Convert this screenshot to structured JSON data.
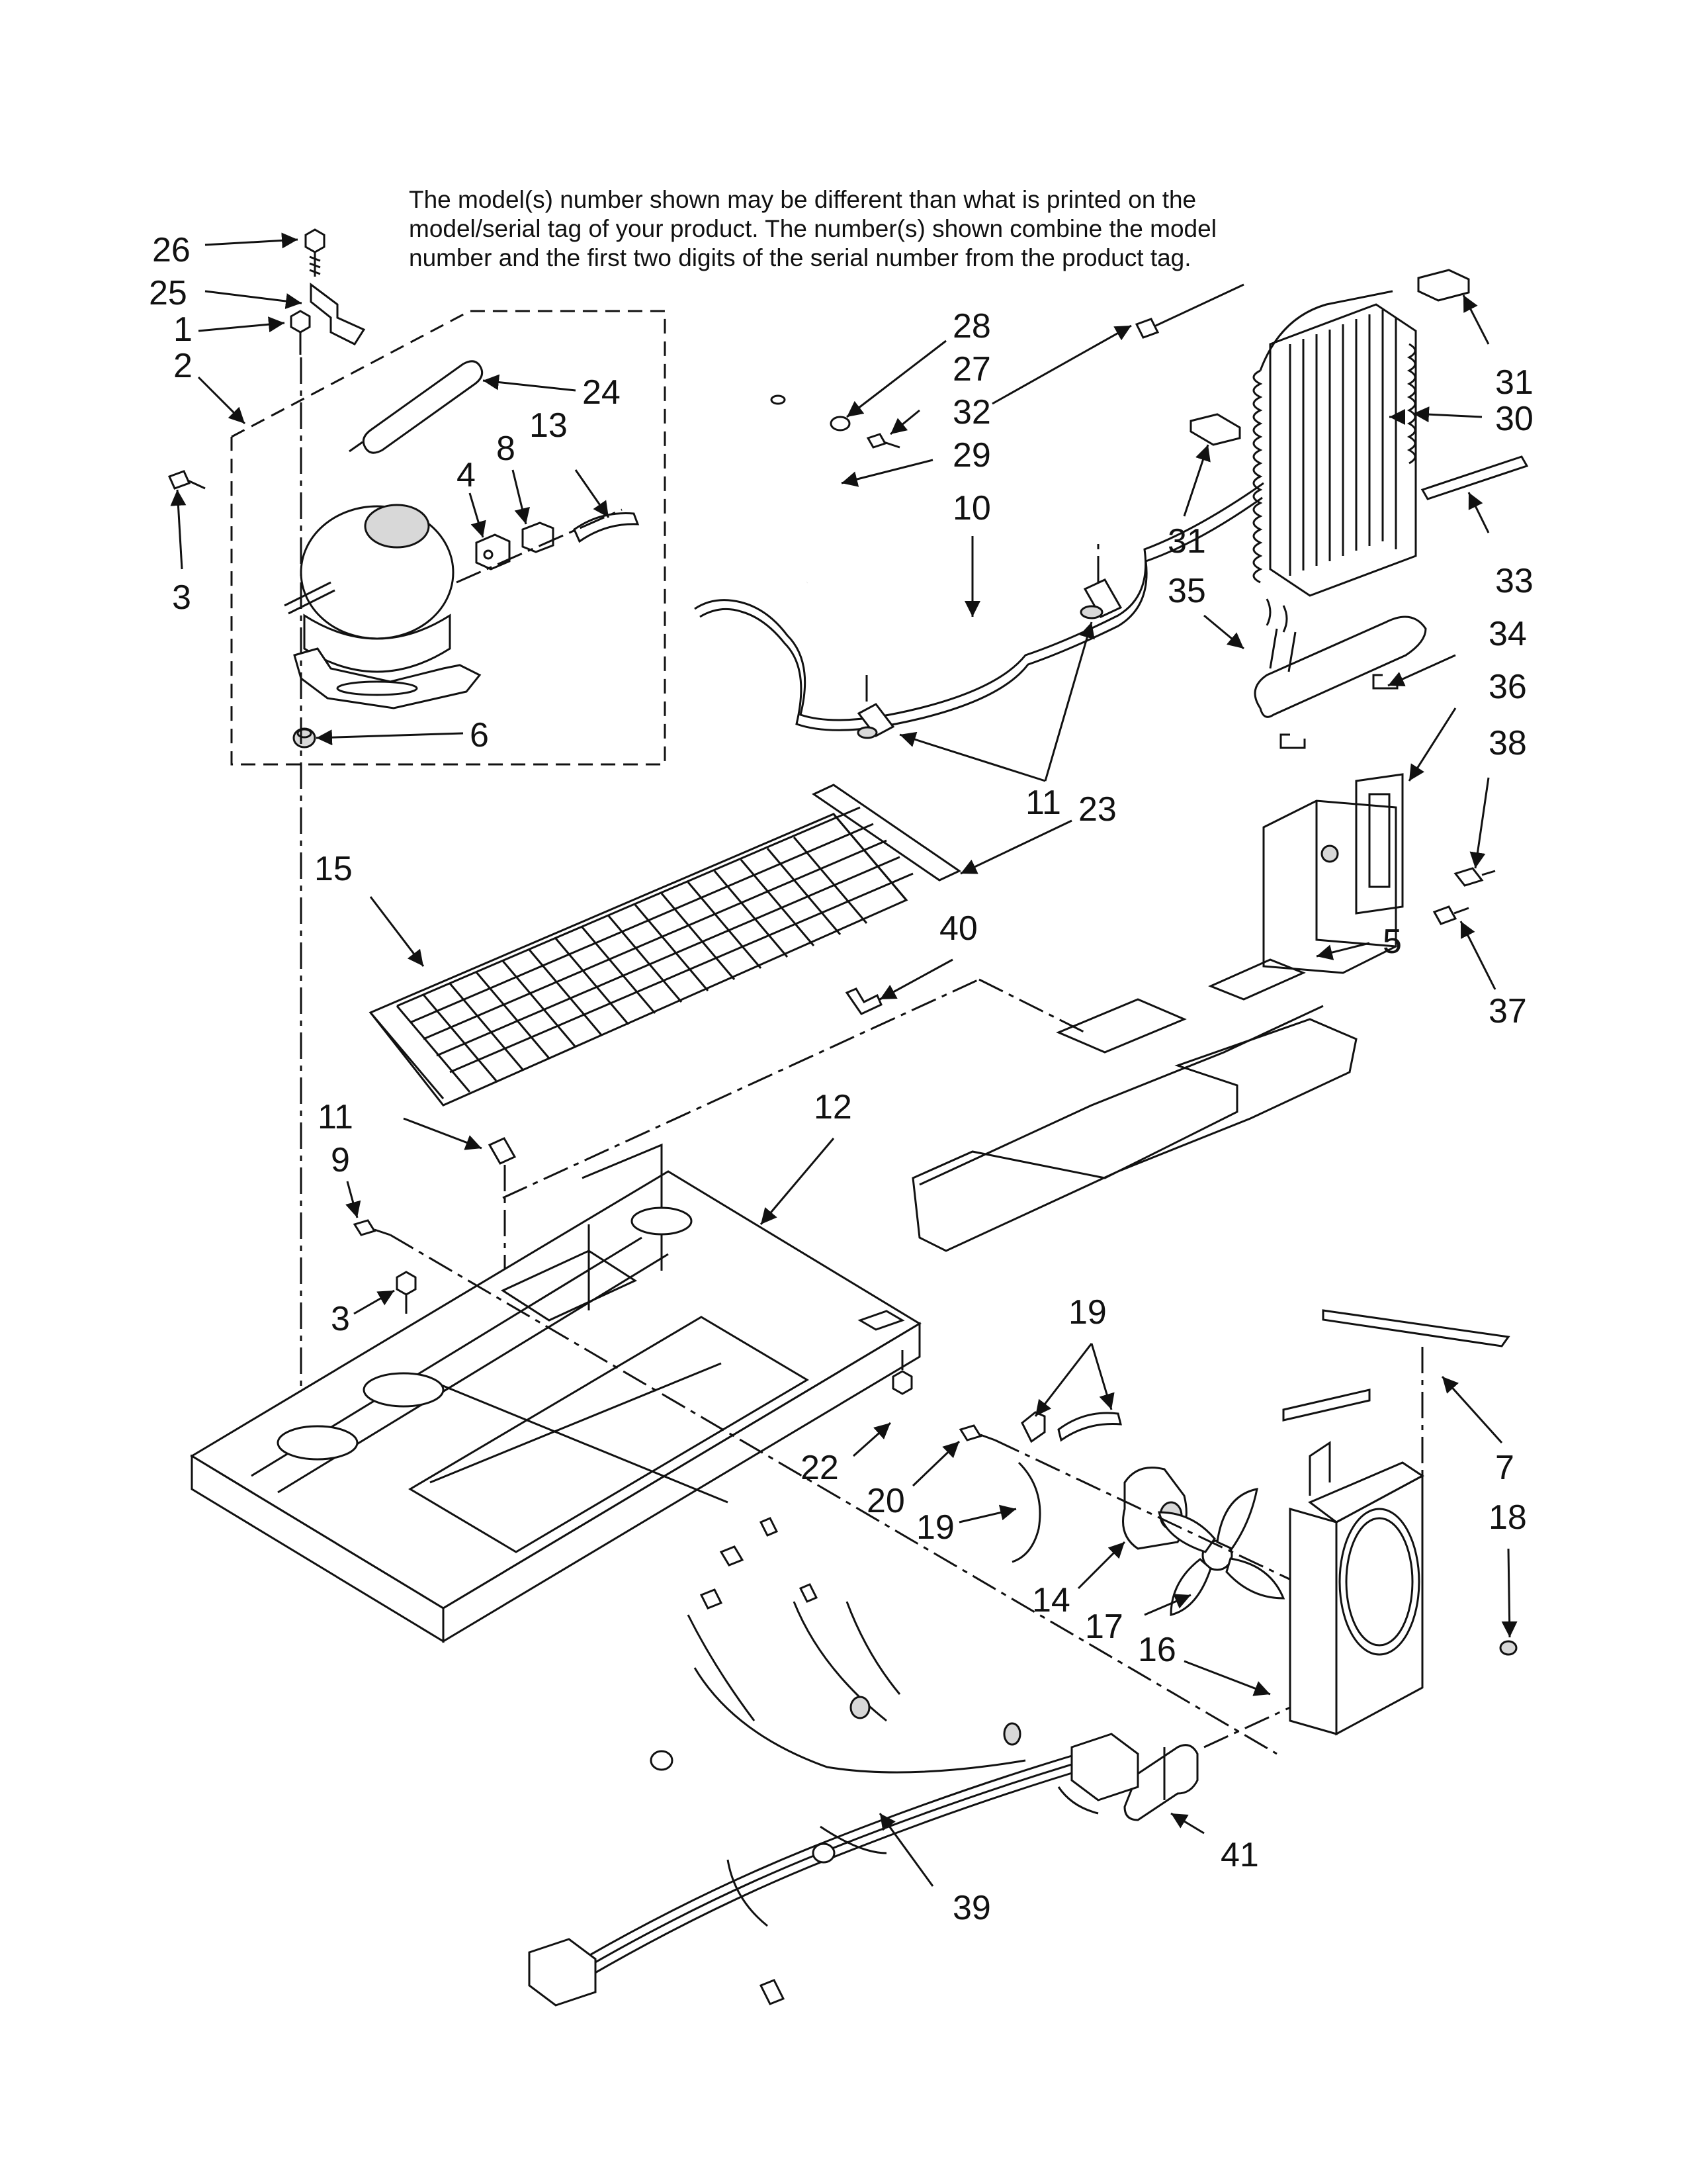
{
  "notice": {
    "line1": "The model(s) number shown may be different than what is printed on the",
    "line2": "model/serial tag of your product. The number(s) shown combine the model",
    "line3": "number and the first two digits of the serial number from the product tag."
  },
  "callouts": {
    "c26": "26",
    "c25": "25",
    "c1": "1",
    "c2": "2",
    "c24": "24",
    "c3a": "3",
    "c4": "4",
    "c8": "8",
    "c13": "13",
    "c6": "6",
    "c28": "28",
    "c27": "27",
    "c32": "32",
    "c29": "29",
    "c10": "10",
    "c11a": "11",
    "c23": "23",
    "c31a": "31",
    "c30": "30",
    "c31b": "31",
    "c33": "33",
    "c35": "35",
    "c34": "34",
    "c36": "36",
    "c38": "38",
    "c37": "37",
    "c5": "5",
    "c15": "15",
    "c40": "40",
    "c11b": "11",
    "c12": "12",
    "c9": "9",
    "c3b": "3",
    "c22": "22",
    "c19a": "19",
    "c7": "7",
    "c18": "18",
    "c20": "20",
    "c19b": "19",
    "c14": "14",
    "c17": "17",
    "c16": "16",
    "c41": "41",
    "c39": "39"
  }
}
